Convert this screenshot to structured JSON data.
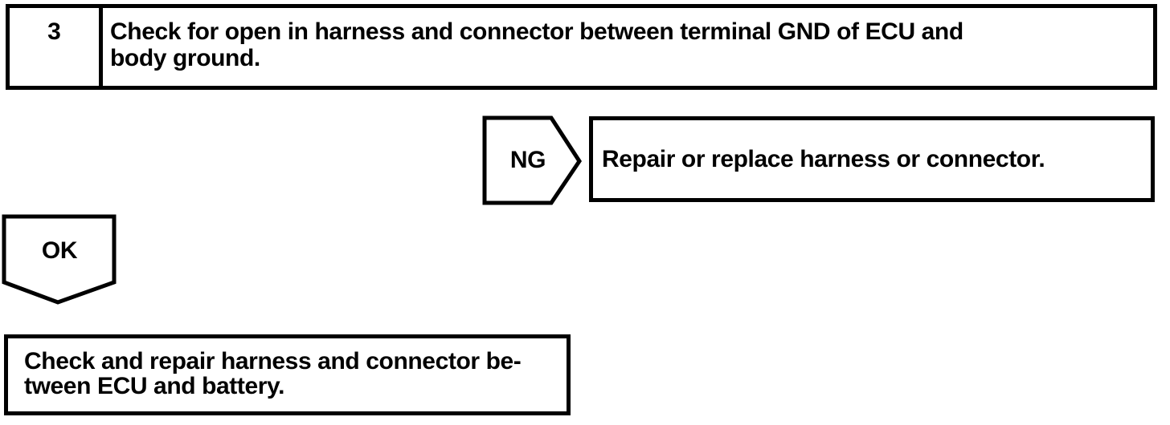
{
  "flowchart": {
    "step": {
      "number": "3",
      "instruction": "Check for open in harness and connector between terminal GND of ECU and body ground.",
      "instruction_lines": [
        "Check for open in harness and connector between terminal GND of ECU and",
        "body ground."
      ]
    },
    "ng_branch": {
      "label": "NG",
      "action": "Repair or replace harness or connector."
    },
    "ok_branch": {
      "label": "OK",
      "action": "Check and repair harness and connector between ECU and battery.",
      "action_lines": [
        "Check and repair harness and connector be-",
        "tween ECU and battery."
      ]
    },
    "colors": {
      "ink": "#000000",
      "paper": "#ffffff"
    }
  }
}
